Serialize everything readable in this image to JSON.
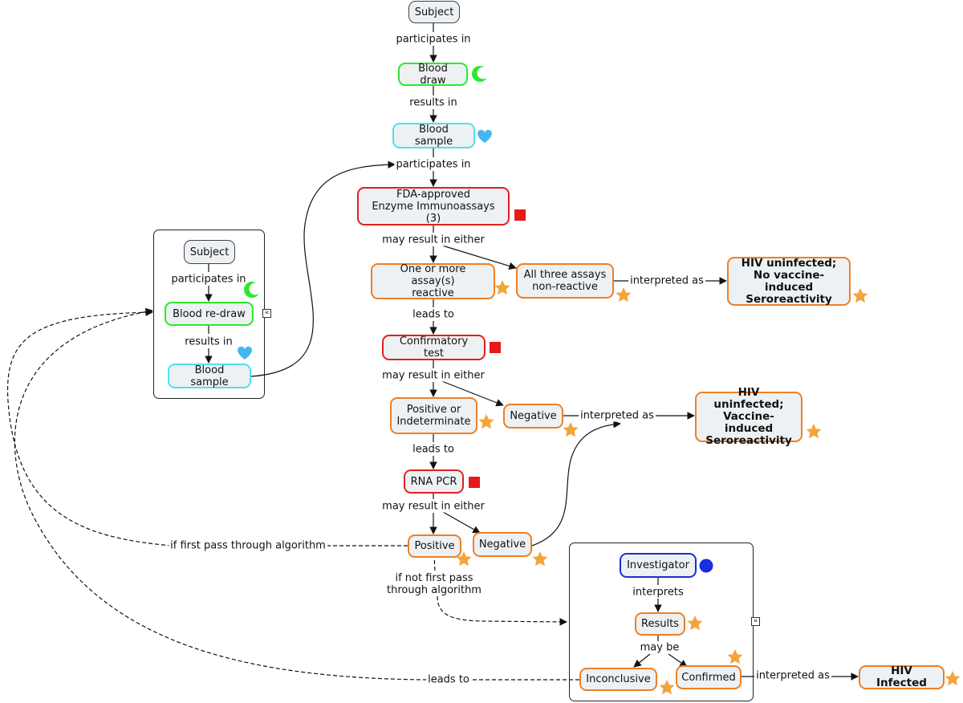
{
  "nodes": {
    "subject_top": "Subject",
    "blood_draw": "Blood draw",
    "blood_sample_top": "Blood sample",
    "fda_assays": "FDA-approved\nEnzyme Immunoassays (3)",
    "assay_reactive": "One or more assay(s)\nreactive",
    "all_non_reactive": "All three assays\nnon-reactive",
    "hiv_uninfected_no_vir": "HIV uninfected;\nNo vaccine-induced\nSeroreactivity",
    "confirmatory_test": "Confirmatory test",
    "positive_indeterminate": "Positive or\nIndeterminate",
    "negative_confirm": "Negative",
    "hiv_uninfected_vir": "HIV uninfected;\nVaccine-induced\nSeroreactivity",
    "rna_pcr": "RNA PCR",
    "positive_pcr": "Positive",
    "negative_pcr": "Negative",
    "subject_left": "Subject",
    "blood_redraw": "Blood re-draw",
    "blood_sample_left": "Blood sample",
    "investigator": "Investigator",
    "results": "Results",
    "inconclusive": "Inconclusive",
    "confirmed": "Confirmed",
    "hiv_infected": "HIV Infected"
  },
  "links": {
    "participates_in_1": "participates in",
    "results_in_1": "results in",
    "participates_in_2": "participates in",
    "may_result_1": "may result in either",
    "interpreted_as_1": "interpreted as",
    "leads_to_1": "leads to",
    "may_result_2": "may result in either",
    "interpreted_as_2": "interpreted as",
    "leads_to_2": "leads to",
    "may_result_3": "may result in either",
    "if_first_pass": "if first pass through algorithm",
    "if_not_first_pass": "if not first pass\nthrough algorithm",
    "participates_in_left": "participates in",
    "results_in_left": "results in",
    "interprets": "interprets",
    "may_be": "may be",
    "interpreted_as_3": "interpreted as",
    "leads_to_3": "leads to"
  },
  "icons": {
    "moon": "crescent-moon-icon",
    "heart": "heart-icon",
    "square": "red-square-icon",
    "star": "star-icon",
    "circle": "blue-circle-icon",
    "collapse": "collapse-icon"
  },
  "colors": {
    "green": "#2ee82e",
    "cyan": "#4fe0ee",
    "red": "#e02020",
    "orange": "#ee7f24",
    "blue": "#1c2fd0",
    "star": "#f3a43a",
    "heart": "#43b8f0",
    "circle": "#1a2de0"
  }
}
